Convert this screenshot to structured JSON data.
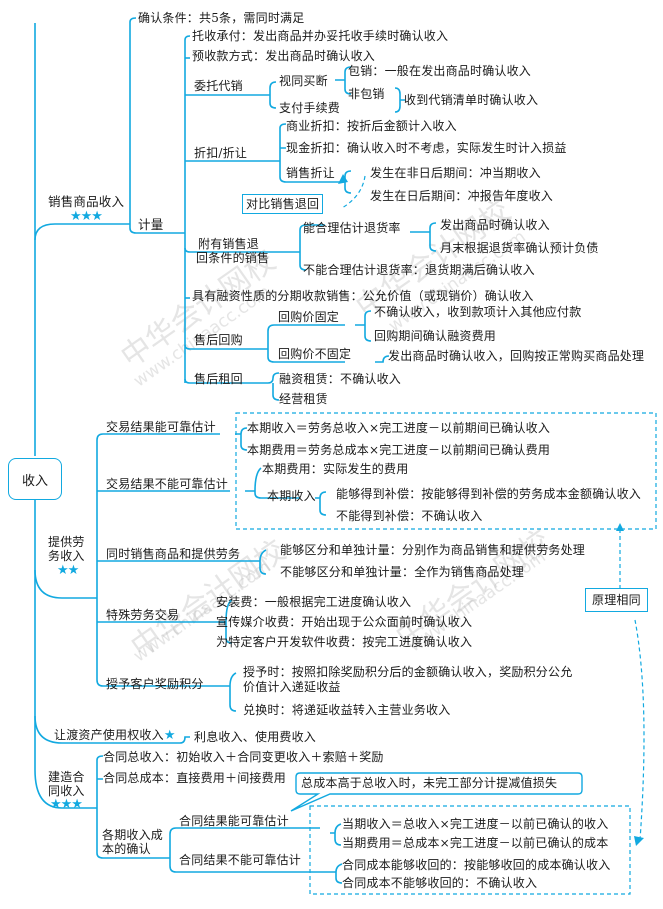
{
  "root": {
    "label": "收入"
  },
  "watermark": {
    "cn": "中华会计网校",
    "url": "www.chinaacc.com"
  },
  "colors": {
    "line": "#12a9e0",
    "text": "#1a1a1a",
    "star": "#12a9e0"
  },
  "sales": {
    "label": "销售商品收入",
    "stars": "★★★",
    "recognition": "确认条件：共5条，需同时满足",
    "measure": {
      "label": "计量",
      "collection": "托收承付：发出商品并办妥托收手续时确认收入",
      "advance": "预收款方式：发出商品时确认收入",
      "consign": {
        "label": "委托代销",
        "buyout": "视同买断",
        "fee": "支付手续费",
        "guaranteed": "包销：一般在发出商品时确认收入",
        "nonguaranteed": "非包销",
        "list_receipt": "收到代销清单时确认收入"
      },
      "discount": {
        "label": "折扣/折让",
        "commercial": "商业折扣：按折后金额计入收入",
        "cash": "现金折扣：确认收入时不考虑，实际发生时计入损益",
        "allowance": "销售折让",
        "non_post": "发生在非日后期间：冲当期收入",
        "post": "发生在日后期间：冲报告年度收入",
        "compare": "对比销售退回"
      },
      "returns": {
        "label_1": "附有销售退",
        "label_2": "回条件的销售",
        "estimable": "能合理估计退货率",
        "est_1": "发出商品时确认收入",
        "est_2": "月末根据退货率确认预计负债",
        "not_estimable": "不能合理估计退货率：退货期满后确认收入"
      },
      "installment": "具有融资性质的分期收款销售：公允价值（或现销价）确认收入",
      "buyback": {
        "label": "售后回购",
        "fixed": "回购价固定",
        "fixed_1": "不确认收入，收到款项计入其他应付款",
        "fixed_2": "回购期间确认融资费用",
        "floating": "回购价不固定",
        "floating_1": "发出商品时确认收入，回购按正常购买商品处理"
      },
      "leaseback": {
        "label": "售后租回",
        "finance": "融资租赁：不确认收入",
        "operating": "经营租赁"
      }
    }
  },
  "services": {
    "label_1": "提供劳",
    "label_2": "务收入",
    "stars": "★★",
    "reliable": {
      "label": "交易结果能可靠估计",
      "revenue": "本期收入＝劳务总收入×完工进度－以前期间已确认收入",
      "expense": "本期费用＝劳务总成本×完工进度－以前期间已确认费用"
    },
    "unreliable": {
      "label": "交易结果不能可靠估计",
      "expense": "本期费用：实际发生的费用",
      "revenue": "本期收入",
      "comp_yes": "能够得到补偿：按能够得到补偿的劳务成本金额确认收入",
      "comp_no": "不能得到补偿：不确认收入"
    },
    "mixed": {
      "label": "同时销售商品和提供劳务",
      "separable": "能够区分和单独计量：分别作为商品销售和提供劳务处理",
      "inseparable": "不能够区分和单独计量：全作为销售商品处理"
    },
    "special": {
      "label": "特殊劳务交易",
      "install": "安装费：一般根据完工进度确认收入",
      "media": "宣传媒介收费：开始出现于公众面前时确认收入",
      "software": "为特定客户开发软件收费：按完工进度确认收入"
    },
    "points": {
      "label": "授予客户奖励积分",
      "grant_1": "授予时：按照扣除奖励积分后的金额确认收入，奖励积分公允",
      "grant_2": "价值计入递延收益",
      "redeem": "兑换时：将递延收益转入主营业务收入"
    },
    "same_principle": "原理相同"
  },
  "usage": {
    "label": "让渡资产使用权收入",
    "stars": "★",
    "detail": "利息收入、使用费收入"
  },
  "construction": {
    "label_1": "建造合",
    "label_2": "同收入",
    "stars": "★★★",
    "total_revenue": "合同总收入：初始收入＋合同变更收入＋索赔＋奖励",
    "total_cost": "合同总成本：直接费用＋间接费用",
    "callout": "总成本高于总收入时，未完工部分计提减值损失",
    "period": {
      "label_1": "各期收入成",
      "label_2": "本的确认",
      "reliable": "合同结果能可靠估计",
      "rel_revenue": "当期收入＝总收入×完工进度－以前已确认的收入",
      "rel_expense": "当期费用＝总成本×完工进度－以前已确认的成本",
      "unreliable": "合同结果不能可靠估计",
      "recoverable": "合同成本能够收回的：按能够收回的成本确认收入",
      "unrecoverable": "合同成本不能够收回的：不确认收入"
    }
  }
}
